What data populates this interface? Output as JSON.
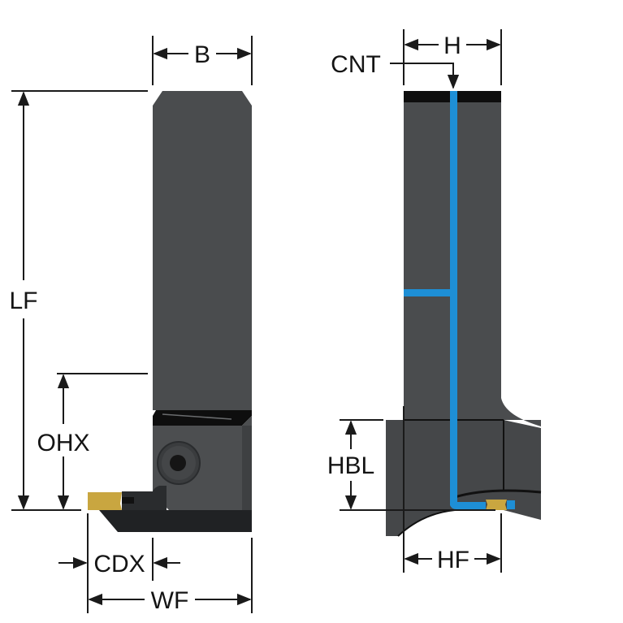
{
  "diagram": {
    "title": "Cutoff tool holder dimension drawing",
    "colors": {
      "body": "#4a4c4e",
      "body_dark": "#2e3032",
      "body_black": "#0e0e0e",
      "coolant": "#1e8fd6",
      "insert": "#c9a640",
      "dim_line": "#1a1a1a"
    },
    "labels": {
      "B": "B",
      "LF": "LF",
      "OHX": "OHX",
      "CDX": "CDX",
      "WF": "WF",
      "CNT": "CNT",
      "H": "H",
      "HBL": "HBL",
      "HF": "HF"
    }
  }
}
